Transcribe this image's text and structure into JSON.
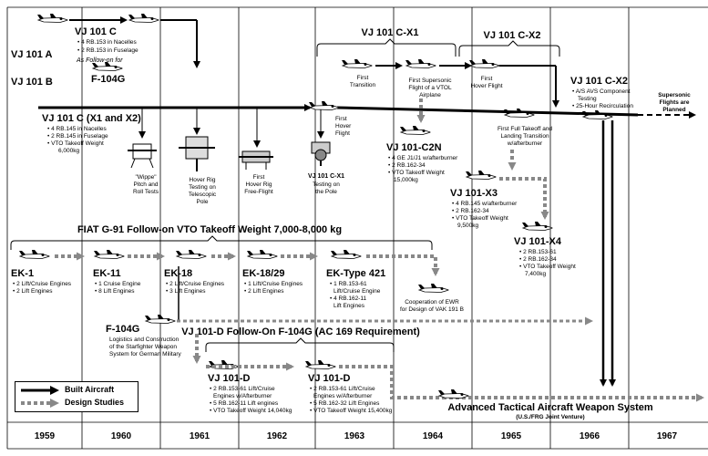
{
  "timeline": {
    "years": [
      "1959",
      "1960",
      "1961",
      "1962",
      "1963",
      "1964",
      "1965",
      "1966",
      "1967"
    ]
  },
  "legend": {
    "built": "Built Aircraft",
    "studies": "Design Studies"
  },
  "rows": {
    "vj101a": "VJ 101 A",
    "vj101b": "VJ 101 B"
  },
  "vj101c_early": {
    "title": "VJ 101 C",
    "lines": [
      "• 4 RB.153 in Nacelles",
      "• 2 RB.153 in Fuselage"
    ],
    "followon": "As Follow-on for",
    "aircraft": "F-104G"
  },
  "vj101c_x1x2": {
    "title": "VJ 101 C (X1 and X2)",
    "lines": [
      "• 4 RB.145 in Nacelles",
      "• 2 RB.145 in Fuselage",
      "• VTO Takeoff Weight",
      "6,000kg"
    ]
  },
  "tests": {
    "wippe": [
      "\"Wippe\"",
      "Pitch and",
      "Roll Tests"
    ],
    "hover_rig": [
      "Hover Rig",
      "Testing on",
      "Telescopic",
      "Pole"
    ],
    "first_hover_rig": [
      "First",
      "Hover Rig",
      "Free-Flight"
    ],
    "x1_pole": [
      "VJ 101 C-X1",
      "Testing on",
      "the Pole"
    ],
    "x1_first_hover": [
      "First",
      "Hover",
      "Flight"
    ]
  },
  "x1": {
    "title": "VJ 101 C-X1",
    "first_transition": [
      "First",
      "Transition"
    ],
    "supersonic": [
      "First Supersonic",
      "Flight of a VTOL",
      "Airplane"
    ]
  },
  "x2": {
    "title": "VJ 101 C-X2",
    "first_hover": [
      "First",
      "Hover Flight"
    ],
    "first_full": [
      "First Full Takeoff and",
      "Landing Transition",
      "w/afterburner"
    ],
    "label": "VJ 101 C-X2",
    "lines": [
      "• A/S AVS Component",
      "Testing",
      "• 25-Hour Recirculation"
    ],
    "supersonic_planned": [
      "Supersonic",
      "Flights are",
      "Planned"
    ]
  },
  "c2n": {
    "title": "VJ 101-C2N",
    "lines": [
      "• 4 GE J1/J1 w/afterburner",
      "• 2 RB.162-34",
      "• VTO Takeoff Weight",
      "15,000kg"
    ]
  },
  "x3": {
    "title": "VJ 101-X3",
    "lines": [
      "• 4 RB.145 w/afterburner",
      "• 2 RB.162-34",
      "• VTO Takeoff Weight",
      "9,500kg"
    ]
  },
  "x4": {
    "title": "VJ 101-X4",
    "lines": [
      "• 2 RB.153-61",
      "• 2 RB.162-34",
      "• VTO Takeoff Weight",
      "7,400kg"
    ]
  },
  "fiat": {
    "title": "FIAT G-91 Follow-on VTO Takeoff Weight 7,000-8,000 kg"
  },
  "ek": [
    {
      "title": "EK-1",
      "lines": [
        "• 2 Lift/Cruise Engines",
        "• 2 Lift Engines"
      ]
    },
    {
      "title": "EK-11",
      "lines": [
        "• 1 Cruise Engine",
        "• 8 Lift Engines"
      ]
    },
    {
      "title": "EK-18",
      "lines": [
        "• 2 Lift/Cruise Engines",
        "• 3 Lift Engines"
      ]
    },
    {
      "title": "EK-18/29",
      "lines": [
        "• 1 Lift/Cruise Engines",
        "• 2 Lift Engines"
      ]
    },
    {
      "title": "EK-Type 421",
      "lines": [
        "• 1 RB.153-61",
        "Lift/Cruise Engine",
        "• 4 RB.162-11",
        "Lift Engines"
      ]
    }
  ],
  "ewr": [
    "Cooperation of EWR",
    "for Design of VAK 191 B"
  ],
  "f104g": {
    "title": "F-104G",
    "lines": [
      "Logistics and Construction",
      "of the Starfighter Weapon",
      "System for German Military"
    ]
  },
  "vj101d_followon": {
    "title": "VJ 101-D Follow-On F-104G (AC 169 Requirement)"
  },
  "vj101d_a": {
    "title": "VJ 101-D",
    "lines": [
      "• 2 RB.153-61 Lift/Cruise",
      "Engines w/Afterburner",
      "• 5 RB.162-11 Lift engines",
      "• VTO Takeoff Weight 14,040kg"
    ]
  },
  "vj101d_b": {
    "title": "VJ 101-D",
    "lines": [
      "• 2 RB.153-61 Lift/Cruise",
      "Engines w/Afterburner",
      "• 5 RB.162-32 Lift Engines",
      "• VTO Takeoff Weight 15,400kg"
    ]
  },
  "atawc": {
    "title": "Advanced Tactical Aircraft Weapon System",
    "sub": "(U.S./FRG Joint Venture)"
  }
}
